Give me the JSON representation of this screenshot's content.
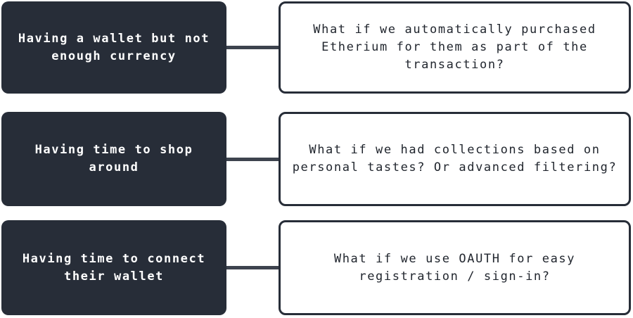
{
  "diagram": {
    "description": "Problem to solution mapping diagram",
    "colors": {
      "canvas_bg": "#ffffff",
      "problem_node_bg": "#272d38",
      "problem_node_text": "#ffffff",
      "solution_node_bg": "#ffffff",
      "solution_node_border": "#272d38",
      "solution_node_text": "#21262e",
      "connector_line": "#3d434e"
    },
    "rows": [
      {
        "problem": "Having a wallet but not\nenough currency",
        "solution": "What if we automatically purchased\nEtherium for them as part of the\ntransaction?"
      },
      {
        "problem": "Having time to shop\naround",
        "solution": "What if we had collections based on\npersonal tastes? Or advanced filtering?"
      },
      {
        "problem": "Having time to connect\ntheir wallet",
        "solution": "What if we use OAUTH for easy\nregistration / sign-in?"
      }
    ]
  }
}
